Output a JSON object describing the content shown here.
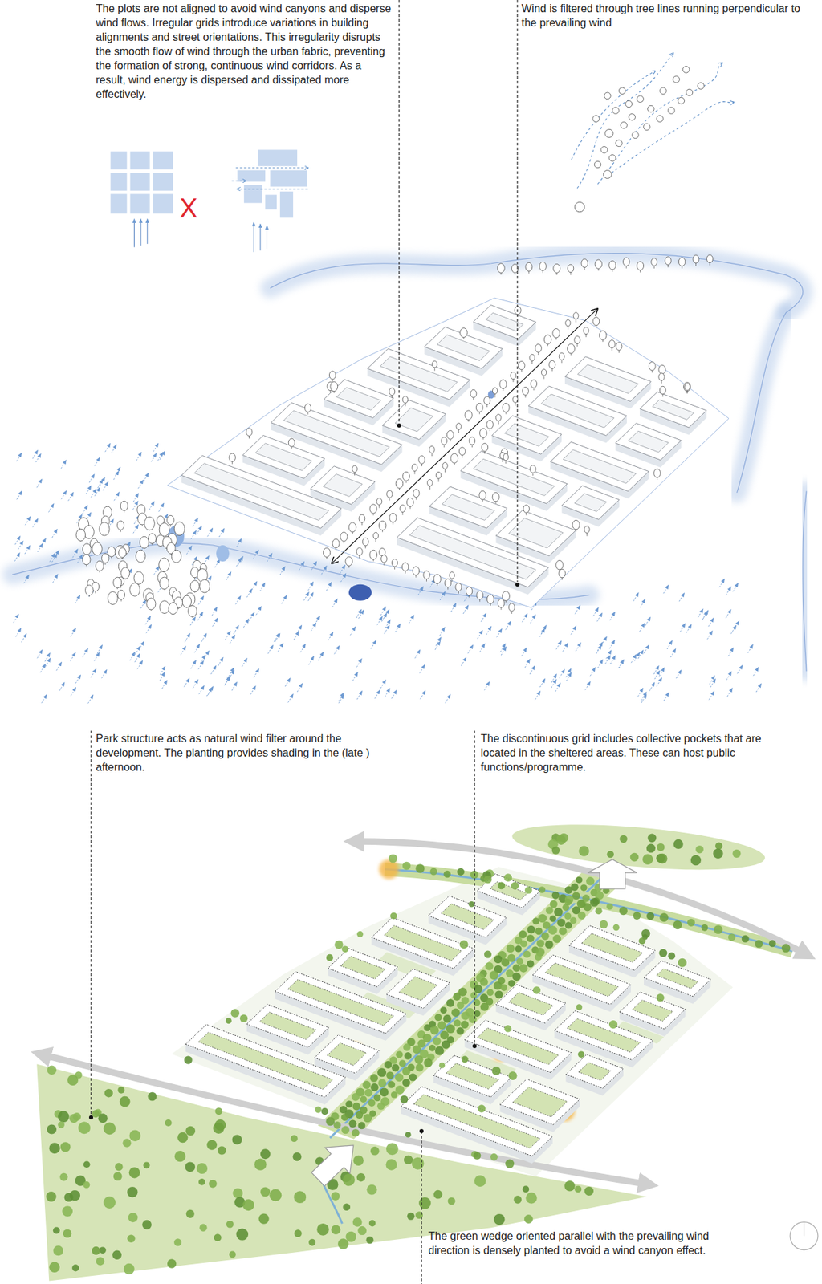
{
  "diagram": {
    "labels": [
      "The plots are not aligned to avoid wind canyons and disperse wind flows. Irregular grids introduce variations in building alignments and street orientations. This irregularity disrupts the smooth flow of wind through the urban fabric, preventing the formation of strong, continuous wind corridors. As a result, wind energy is dispersed and dissipated more effectively.",
      "Wind is filtered through tree lines running perpendicular to the prevailing wind",
      "X",
      "Park structure acts as natural wind filter around the development. The planting provides shading in the (late ) afternoon.",
      "The discontinuous grid includes collective pockets that are located in the sheltered areas. These can host public functions/programme.",
      "The green wedge oriented parallel with the prevailing wind direction is densely planted to avoid a wind canyon effect."
    ]
  }
}
